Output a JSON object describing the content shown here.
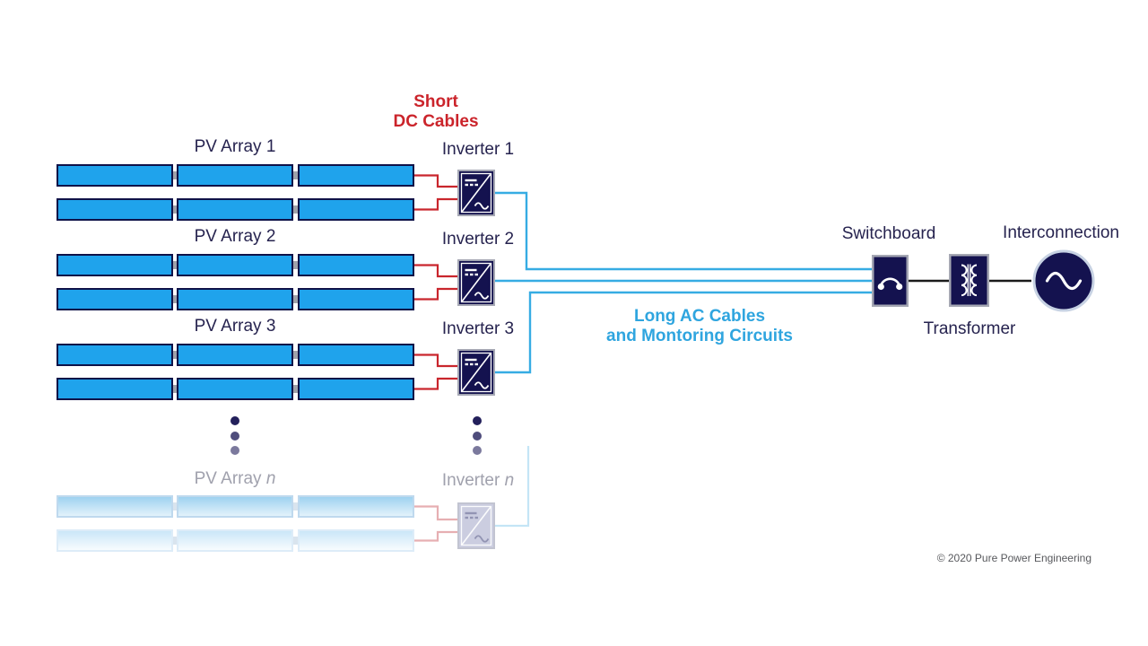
{
  "labels": {
    "short_dc": {
      "line1": "Short",
      "line2": "DC Cables"
    },
    "long_ac": {
      "line1": "Long AC Cables",
      "line2": "and Montoring Circuits"
    },
    "switchboard": "Switchboard",
    "transformer": "Transformer",
    "interconnection": "Interconnection",
    "copyright": "© 2020 Pure Power Engineering"
  },
  "pv_arrays": [
    {
      "name": "PV Array 1"
    },
    {
      "name": "PV Array 2"
    },
    {
      "name": "PV Array 3"
    },
    {
      "name": "PV Array",
      "suffix": "n"
    }
  ],
  "inverters": [
    {
      "name": "Inverter 1"
    },
    {
      "name": "Inverter 2"
    },
    {
      "name": "Inverter 3"
    },
    {
      "name": "Inverter",
      "suffix": "n"
    }
  ],
  "icons": {
    "inverter": "inverter-dc-ac-icon",
    "switchboard": "circuit-breaker-icon",
    "transformer": "transformer-coils-icon",
    "interconnection": "ac-source-sine-icon",
    "continuation": "vertical-ellipsis-dots"
  },
  "colors": {
    "panel_blue": "#1FA3EC",
    "panel_border": "#0F1248",
    "cable_red": "#C9262D",
    "cable_red_faded": "#E6AFB2",
    "cable_ac": "#36ACE3",
    "cable_ac_faded": "#B5DFF4",
    "component_navy": "#14124F",
    "component_border": "#A5A7B3",
    "circle_border": "#C7D2E3",
    "black_link": "#1A1A1A",
    "text_navy": "#26234F",
    "text_red": "#CB242B",
    "text_ac": "#2FA5DF",
    "text_faded": "#A0A1AD",
    "dot_navy": "#23205B",
    "copyright_gray": "#57585C",
    "inverter_faded_fill": "#C3C5DB",
    "inverter_faded_border": "#B8BAC9",
    "inverter_faded_symbol": "#7F82A6"
  }
}
